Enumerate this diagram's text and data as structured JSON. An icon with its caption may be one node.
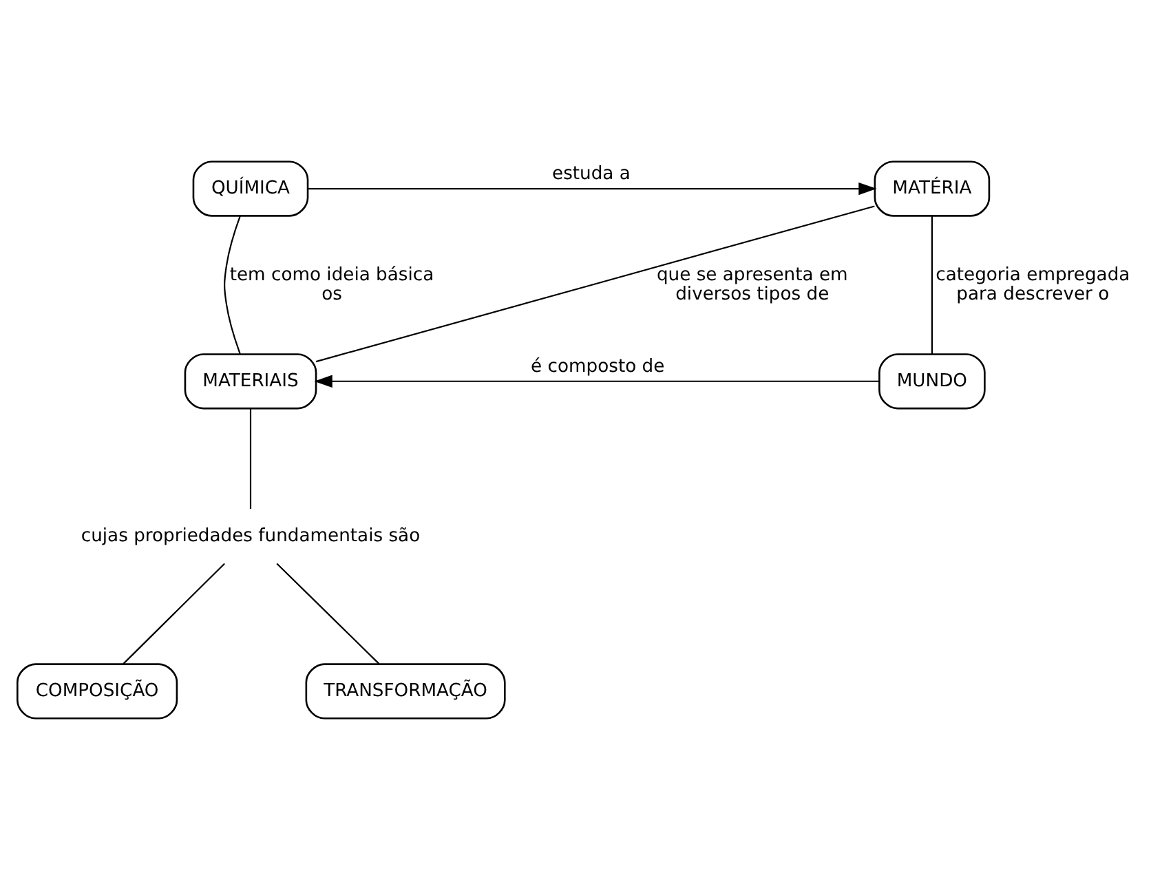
{
  "diagram": {
    "nodes": [
      {
        "text": [
          "QUÍMICA"
        ]
      },
      {
        "text": [
          "MATÉRIA"
        ]
      },
      {
        "text": [
          "MATERIAIS"
        ]
      },
      {
        "text": [
          "MUNDO"
        ]
      },
      {
        "text": [
          "cujas propriedades fundamentais são"
        ]
      },
      {
        "text": [
          "COMPOSIÇÃO"
        ]
      },
      {
        "text": [
          "TRANSFORMAÇÃO"
        ]
      }
    ],
    "edges": [
      {
        "from": 0,
        "to": 1,
        "arrow": "to",
        "label": "estuda a"
      },
      {
        "from": 0,
        "to": 2,
        "arrow": "none",
        "label": "tem como ideia básica os"
      },
      {
        "from": 1,
        "to": 2,
        "arrow": "none",
        "label": "que se apresenta em diversos tipos de"
      },
      {
        "from": 1,
        "to": 3,
        "arrow": "none",
        "label": "categoria empregada para descrever o"
      },
      {
        "from": 3,
        "to": 2,
        "arrow": "to",
        "label": "é composto de"
      },
      {
        "from": 2,
        "to": 4,
        "arrow": "none"
      },
      {
        "from": 4,
        "to": 5,
        "arrow": "none"
      },
      {
        "from": 4,
        "to": 6,
        "arrow": "none"
      }
    ]
  }
}
